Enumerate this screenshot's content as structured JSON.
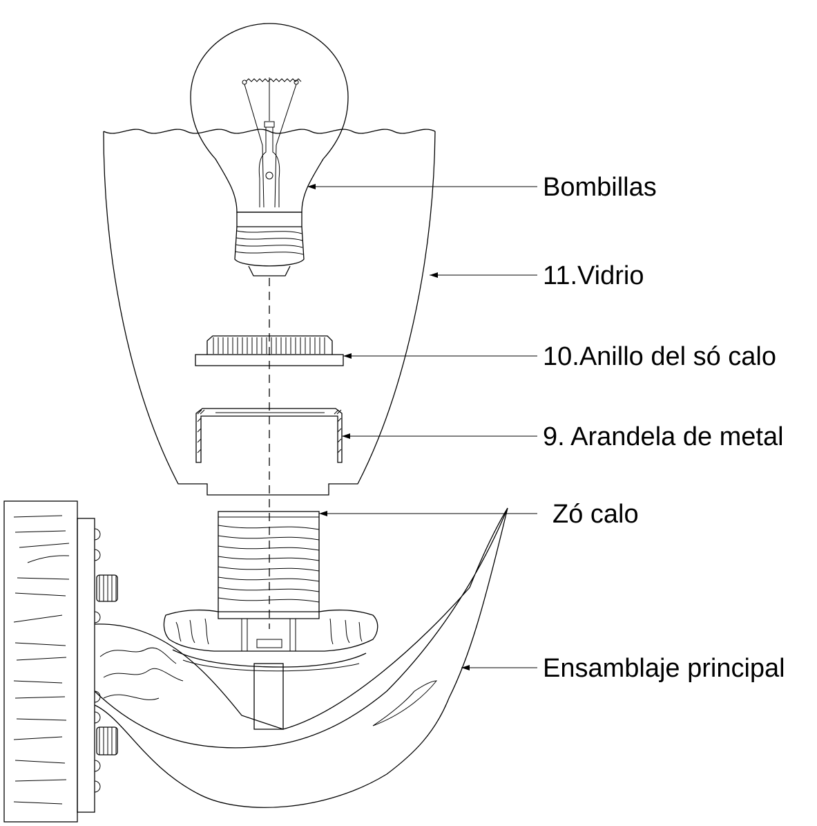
{
  "labels": {
    "bulb": "Bombillas",
    "glass": "11.Vidrio",
    "socket_ring": "10.Anillo del só calo",
    "metal_washer": "9. Arandela de metal",
    "socket": "Zó calo",
    "main_assembly": "Ensamblaje principal"
  },
  "colors": {
    "line": "#000000",
    "background": "#ffffff"
  }
}
